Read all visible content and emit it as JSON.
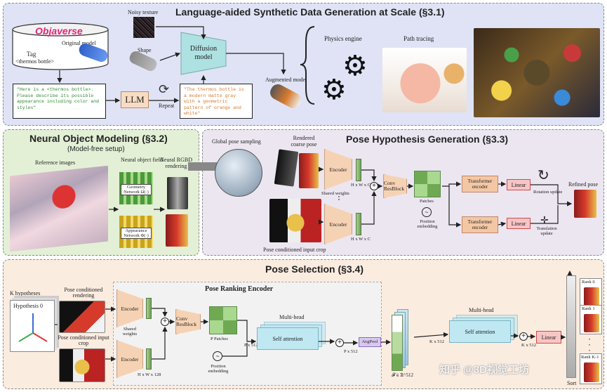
{
  "panel1": {
    "title": "Language-aided Synthetic Data Generation at Scale (§3.1)",
    "objaverse": "Objaverse",
    "original_model": "Original model",
    "tag_label": "Tag",
    "tag_value": "<thermos bottle>",
    "noisy_texture": "Noisy texture",
    "shape": "Shape",
    "diffusion_model": "Diffusion model",
    "augmented_model": "Augmented model",
    "prompt_text": "\"Here is a <thermos bottle>. Please describe its possible appearance including color and styles\"",
    "llm": "LLM",
    "repeat": "Repeat",
    "llm_output": "\"The thermos bottle is a modern matte gray with a geometric pattern of orange and white\"",
    "physics_engine": "Physics engine",
    "path_tracing": "Path tracing"
  },
  "panel2": {
    "title": "Neural Object Modeling (§3.2)",
    "subtitle": "(Model-free setup)",
    "reference_images": "Reference images",
    "neural_field": "Neural object field",
    "geometry_net": "Geometry Network Ω(·)",
    "appearance_net": "Appearance Network Φ(·)",
    "rgbd": "Neural RGBD rendering"
  },
  "panel3": {
    "title": "Pose Hypothesis Generation (§3.3)",
    "global_sampling": "Global pose sampling",
    "rendered_coarse": "Rendered coarse pose",
    "encoder": "Encoder",
    "shared_weights": "Shared weights",
    "hwc": "H x W x C",
    "conv_resblock": "Conv ResBlock",
    "patches": "Patches",
    "pos_embed": "Position embedding",
    "transformer": "Transformer encoder",
    "linear": "Linear",
    "rotation_update": "Rotation update",
    "translation_update": "Translation update",
    "refined_pose": "Refined pose",
    "input_crop": "Pose conditioned input crop"
  },
  "panel4": {
    "title": "Pose Selection (§3.4)",
    "k_hypotheses": "K hypotheses",
    "hypothesis0": "Hypothesis 0",
    "pc_rendering": "Pose conditioned rendering",
    "pc_input_crop": "Pose conditioned input crop",
    "ranking_encoder": "Pose Ranking Encoder",
    "encoder": "Encoder",
    "shared_weights": "Shared weights",
    "hwx128": "H x W x 128",
    "conv_resblock": "Conv ResBlock",
    "p_patches": "P Patches",
    "pos_embed": "Position embedding",
    "multihead1": "Multi-head",
    "self_attention": "Self attention",
    "px512a": "P x 512",
    "px512b": "P x 512",
    "avgpool": "AvgPool",
    "feature_space": "𝓕 ∈ ℝ^512",
    "kx512a": "K x 512",
    "multihead2": "Multi-head",
    "self_attention2": "Self attention",
    "kx512b": "K x 512",
    "linear": "Linear",
    "rank0": "Rank 0",
    "rank1": "Rank 1",
    "rankk": "Rank K-1",
    "sort": "Sort",
    "watermark": "知乎 @3D视觉工坊"
  }
}
